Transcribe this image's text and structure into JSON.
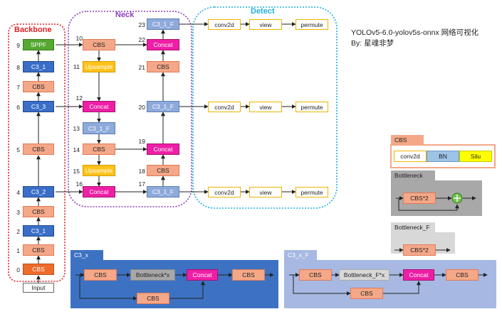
{
  "titles": {
    "backbone": "Backbone",
    "neck": "Neck",
    "detect": "Detect",
    "main_title": "YOLOv5-6.0-yolov5s-onnx  网络可视化",
    "author": "By: 星魂非梦"
  },
  "backbone": [
    {
      "idx": "0",
      "label": "CBS"
    },
    {
      "idx": "1",
      "label": "CBS"
    },
    {
      "idx": "2",
      "label": "C3_1"
    },
    {
      "idx": "3",
      "label": "CBS"
    },
    {
      "idx": "4",
      "label": "C3_2"
    },
    {
      "idx": "5",
      "label": "CBS"
    },
    {
      "idx": "6",
      "label": "C3_3"
    },
    {
      "idx": "7",
      "label": "CBS"
    },
    {
      "idx": "8",
      "label": "C3_1"
    },
    {
      "idx": "9",
      "label": "SPPF"
    }
  ],
  "input_label": "Input",
  "neck_left": [
    {
      "idx": "10",
      "label": "CBS"
    },
    {
      "idx": "11",
      "label": "Upsample"
    },
    {
      "idx": "12",
      "label": "Concat"
    },
    {
      "idx": "13",
      "label": "C3_1_F"
    },
    {
      "idx": "14",
      "label": "CBS"
    },
    {
      "idx": "15",
      "label": "Upsample"
    },
    {
      "idx": "16",
      "label": "Concat"
    }
  ],
  "neck_right": [
    {
      "idx": "17",
      "label": "C3_1_F"
    },
    {
      "idx": "18",
      "label": "CBS"
    },
    {
      "idx": "19",
      "label": "Concat"
    },
    {
      "idx": "20",
      "label": "C3_1_F"
    },
    {
      "idx": "21",
      "label": "CBS"
    },
    {
      "idx": "22",
      "label": "Concat"
    },
    {
      "idx": "23",
      "label": "C3_1_F"
    }
  ],
  "detect_row": [
    "conv2d",
    "view",
    "permute"
  ],
  "legend": {
    "cbs_title": "CBS",
    "cbs_parts": [
      "conv2d",
      "BN",
      "Silu"
    ],
    "bottleneck_title": "Bottleneck",
    "bottleneck_inner": "CBS*2",
    "bottleneck_f_title": "Bottleneck_F",
    "bottleneck_f_inner": "CBS*2"
  },
  "c3x": {
    "title": "C3_x",
    "cbs1": "CBS",
    "bottleneck": "Bottleneck*x",
    "concat": "Concat",
    "cbs_out": "CBS",
    "cbs_low": "CBS"
  },
  "c3xf": {
    "title": "C3_x_F",
    "cbs1": "CBS",
    "bottleneck": "Bottleneck_F*x",
    "concat": "Concat",
    "cbs_out": "CBS",
    "cbs_low": "CBS"
  },
  "colors": {
    "cbs": "#f4a888",
    "c3": "#3a6ec7",
    "c3_f": "#8eaadb",
    "concat": "#ee1fa6",
    "upsample": "#ffc21a",
    "sppf": "#55a832",
    "backbone_border": "#e02020",
    "neck_border": "#8a3fc0",
    "detect_border": "#1fb0e0"
  }
}
